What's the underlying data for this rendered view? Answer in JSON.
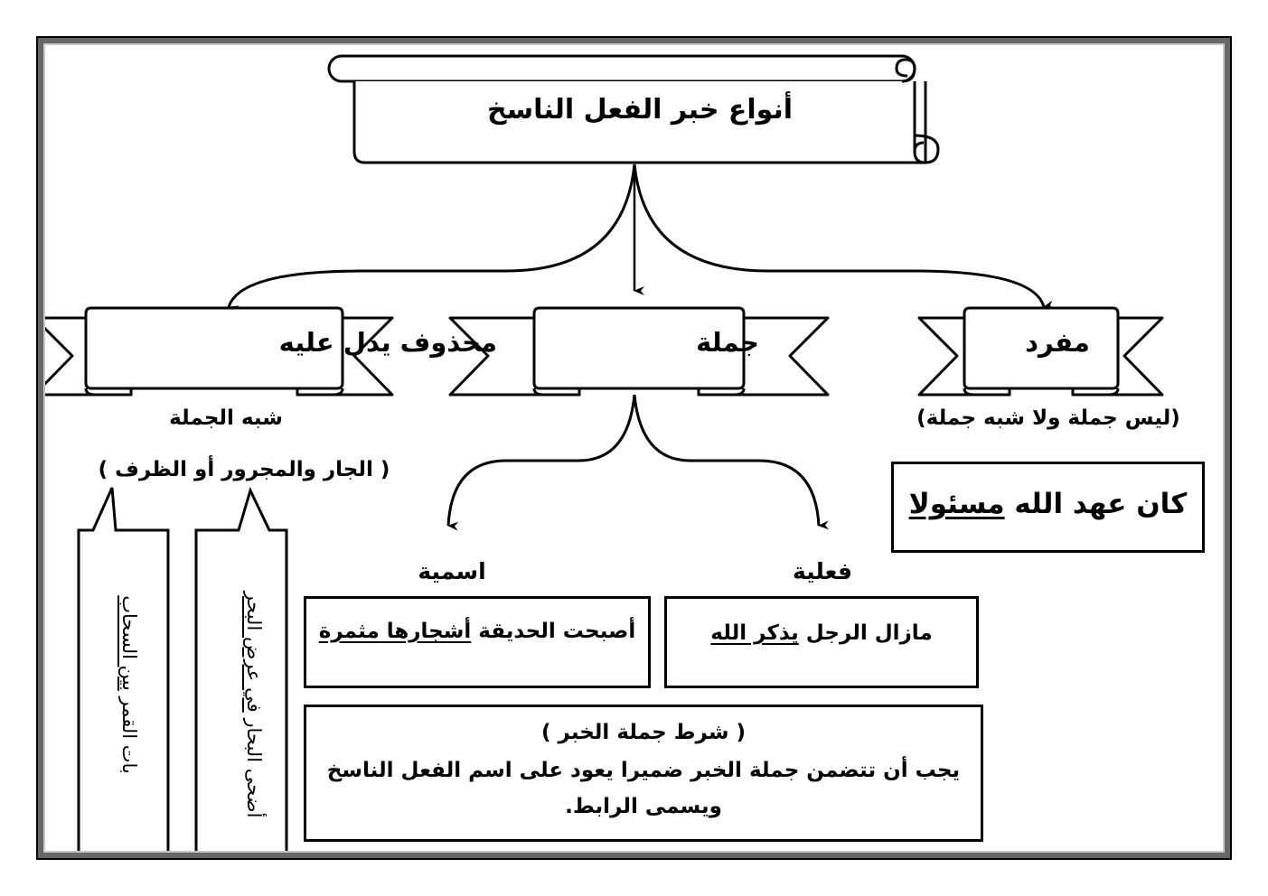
{
  "title": "أنواع خبر الفعل الناسخ",
  "branches": {
    "mufrad": {
      "label": "مفرد",
      "note": "(ليس جملة ولا شبه جملة)",
      "example_plain": "كان عهد الله ",
      "example_underlined": "مسئولا"
    },
    "jumla": {
      "label": "جملة",
      "sub": {
        "fi3liya": {
          "label": "فعلية",
          "example_plain": "مازال الرجل ",
          "example_underlined": "يذكر الله"
        },
        "ismiya": {
          "label": "اسمية",
          "example_plain": "أصبحت الحديقة ",
          "example_underlined": "أشجارها مثمرة"
        }
      },
      "condition": {
        "heading": "( شرط جملة الخبر )",
        "line1": "يجب أن تتضمن جملة الخبر ضميرا يعود على اسم الفعل الناسخ",
        "line2": "ويسمى الرابط."
      }
    },
    "shibh_jumla": {
      "label": "محذوف يدل عليه",
      "note": "شبه الجملة",
      "note2": "( الجار والمجرور أو الظرف )",
      "callouts": [
        {
          "plain": "أضحى البحار ",
          "underlined": "في عرض البحر"
        },
        {
          "plain": "بات القمر ",
          "underlined": "بين السحاب"
        }
      ]
    }
  },
  "colors": {
    "stroke": "#000000",
    "frame_dark": "#676767",
    "frame_light": "#c8c8c8",
    "background": "#ffffff"
  }
}
